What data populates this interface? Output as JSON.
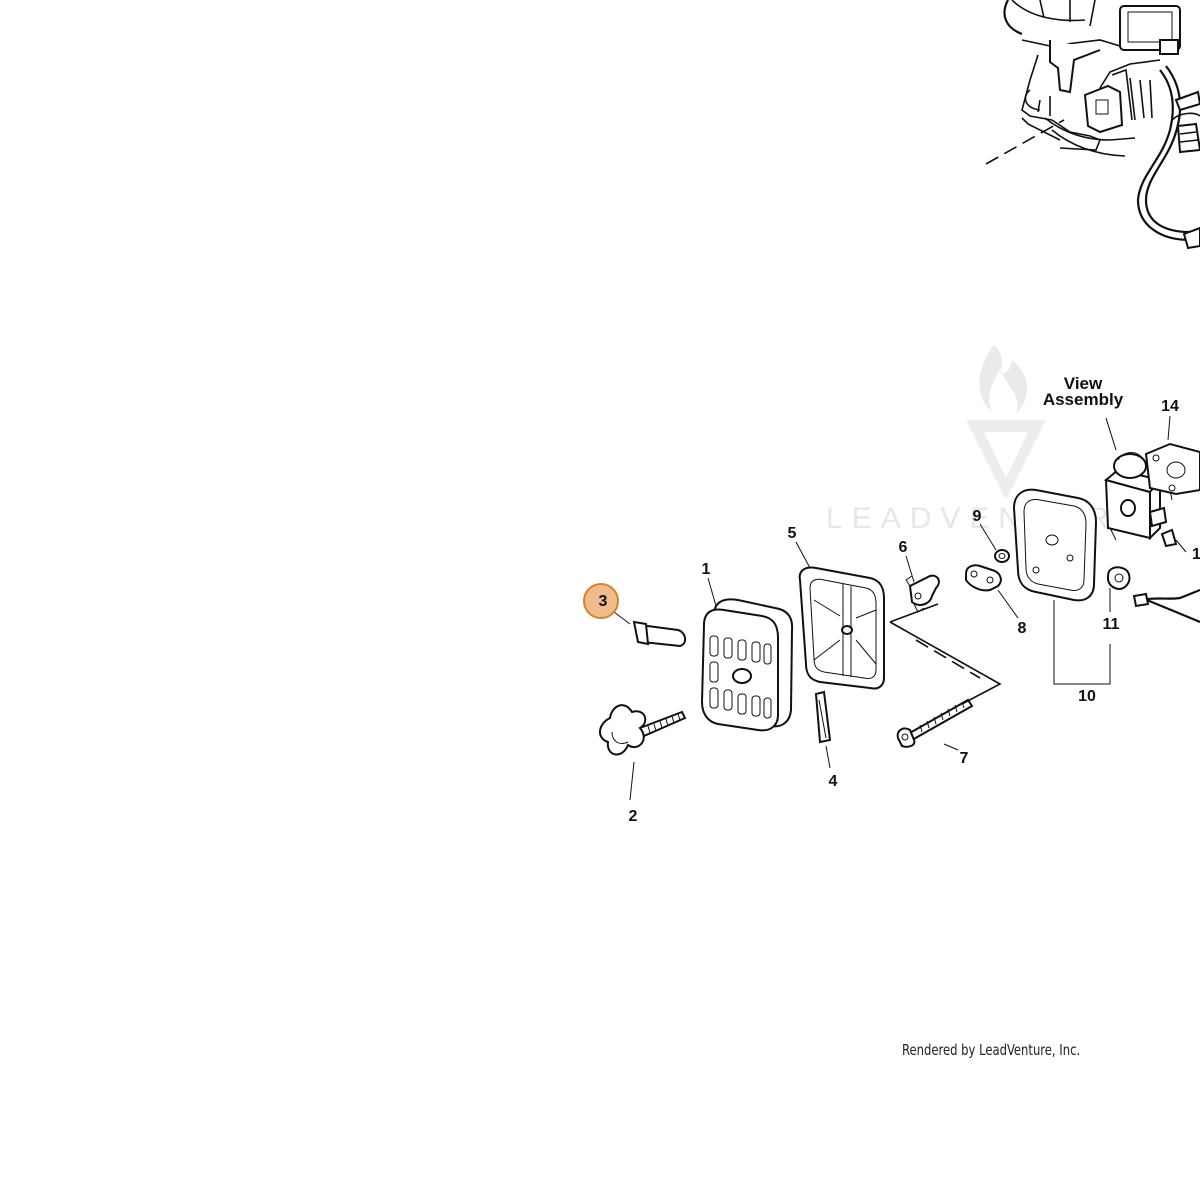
{
  "diagram": {
    "view_assembly_label": [
      "View",
      "Assembly"
    ],
    "watermark_text": "LEADVENTURE",
    "credit": "Rendered by LeadVenture, Inc.",
    "highlight_color": "#f0bc8e",
    "highlight_stroke": "#d9822b",
    "callouts": [
      {
        "label": "1"
      },
      {
        "label": "2"
      },
      {
        "label": "3"
      },
      {
        "label": "4"
      },
      {
        "label": "5"
      },
      {
        "label": "6"
      },
      {
        "label": "7"
      },
      {
        "label": "8"
      },
      {
        "label": "9"
      },
      {
        "label": "10"
      },
      {
        "label": "11"
      },
      {
        "label": "14"
      },
      {
        "label": "1"
      }
    ]
  }
}
